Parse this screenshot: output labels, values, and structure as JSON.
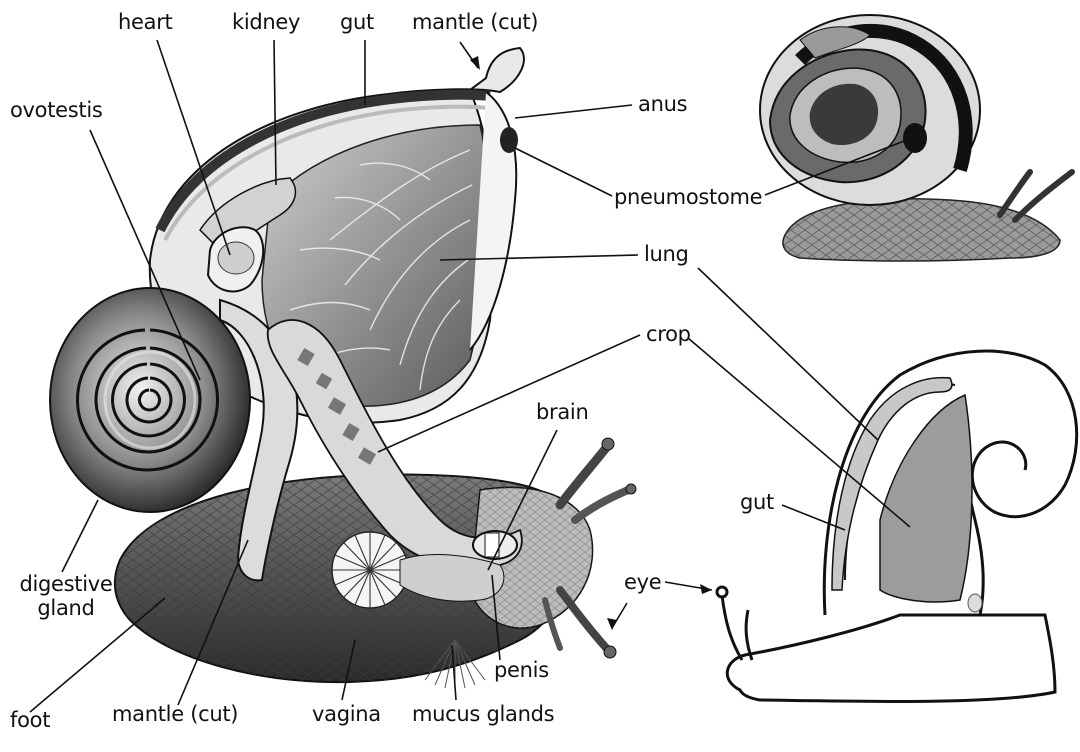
{
  "labels": {
    "heart": "heart",
    "kidney": "kidney",
    "gut_top": "gut",
    "mantle_cut_top": "mantle (cut)",
    "ovotestis": "ovotestis",
    "anus": "anus",
    "pneumostome": "pneumostome",
    "lung": "lung",
    "crop": "crop",
    "brain": "brain",
    "gut_right": "gut",
    "eye": "eye",
    "digestive_gland_line1": "digestive",
    "digestive_gland_line2": "gland",
    "penis": "penis",
    "foot": "foot",
    "mantle_cut_bottom": "mantle (cut)",
    "vagina": "vagina",
    "mucus_glands": "mucus glands"
  },
  "colors": {
    "ink": "#111111",
    "shell_dark": "#2a2a2a",
    "shell_mid": "#8a8a8a",
    "tissue_light": "#e6e6e6",
    "organ_grey": "#9c9c9c"
  }
}
